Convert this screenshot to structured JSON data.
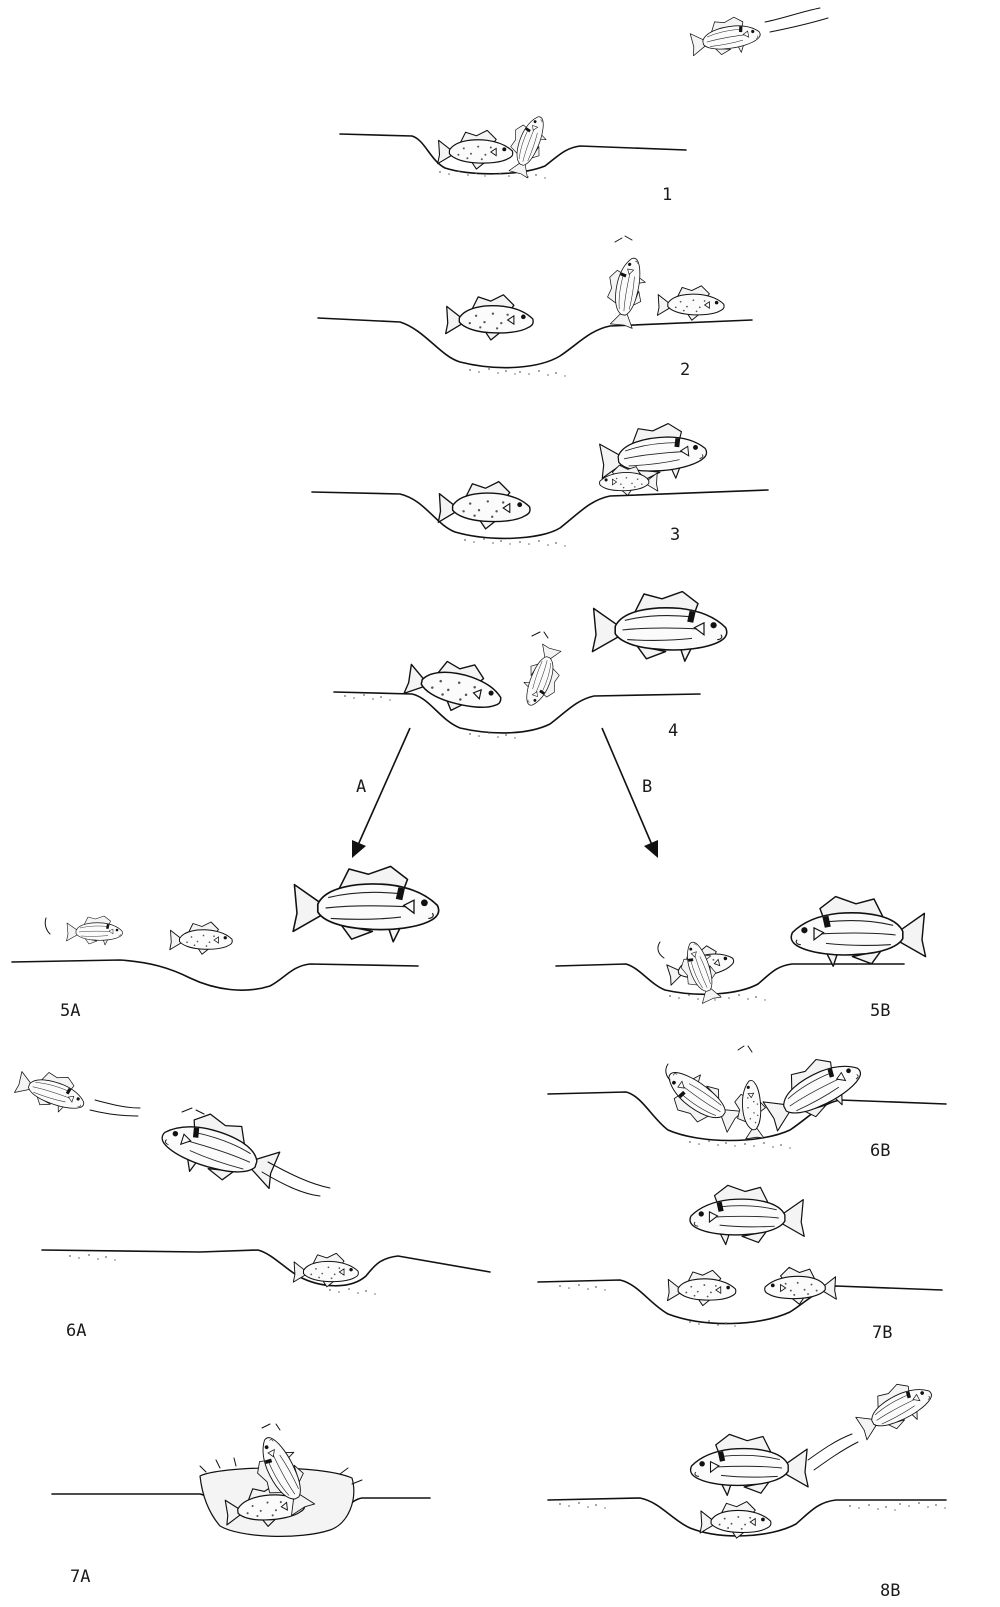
{
  "panels": [
    {
      "id": "1",
      "label": "1"
    },
    {
      "id": "2",
      "label": "2"
    },
    {
      "id": "3",
      "label": "3"
    },
    {
      "id": "4",
      "label": "4"
    },
    {
      "id": "5A",
      "label": "5A"
    },
    {
      "id": "5B",
      "label": "5B"
    },
    {
      "id": "6A",
      "label": "6A"
    },
    {
      "id": "6B",
      "label": "6B"
    },
    {
      "id": "7A",
      "label": "7A"
    },
    {
      "id": "7B",
      "label": "7B"
    },
    {
      "id": "8B",
      "label": "8B"
    }
  ],
  "branches": {
    "a": {
      "label": "A"
    },
    "b": {
      "label": "B"
    }
  }
}
